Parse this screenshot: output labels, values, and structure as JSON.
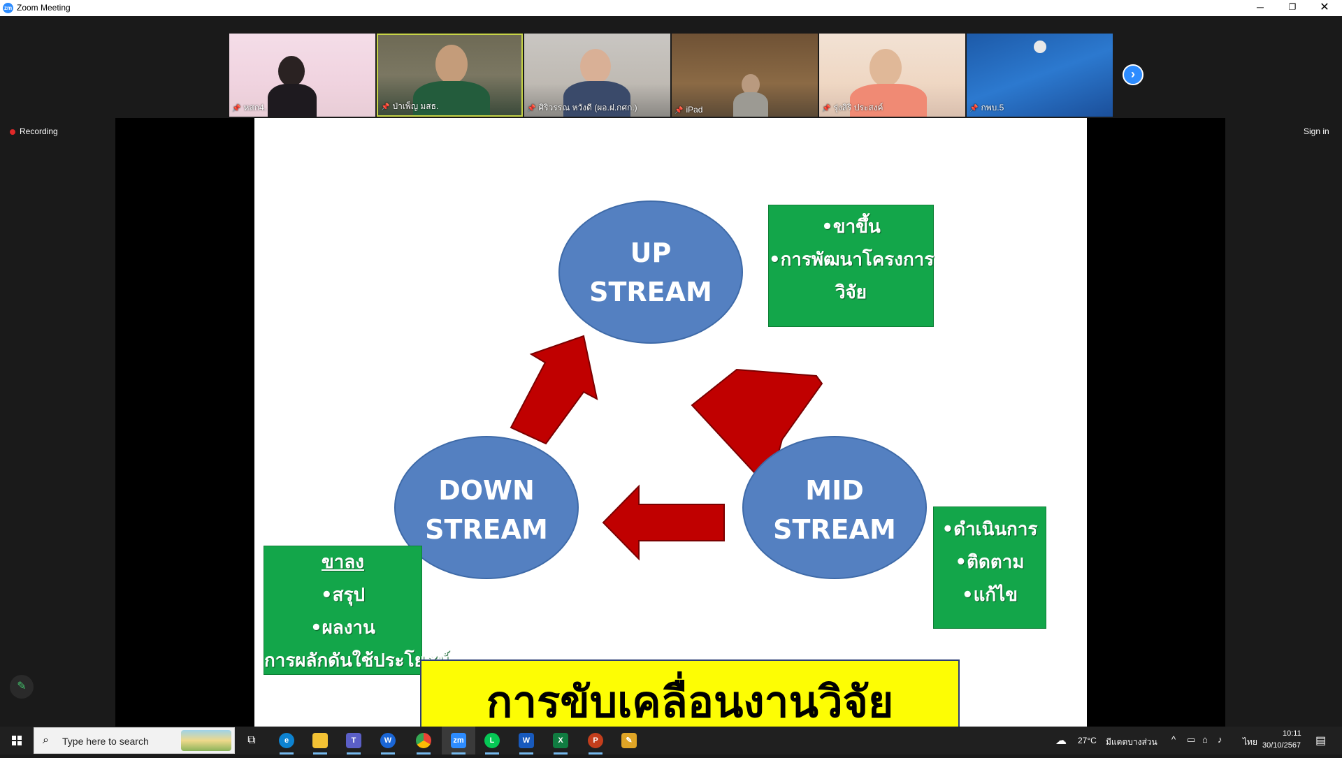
{
  "window": {
    "logo": "zm",
    "title": "Zoom Meeting",
    "minimize_glyph": "─",
    "restore_glyph": "❐",
    "close_glyph": "✕"
  },
  "meeting": {
    "recording_label": "Recording",
    "signin_label": "Sign in",
    "next_glyph": "›",
    "participants": [
      {
        "name": "หสก4."
      },
      {
        "name": "ป่าเพ็ญ มสธ."
      },
      {
        "name": "ศิริวรรณ หวังดี (ผอ.ฝ.กศก.)"
      },
      {
        "name": "iPad"
      },
      {
        "name": "รุ่งสิริ ประสงค์"
      },
      {
        "name": "กพบ.5"
      }
    ]
  },
  "slide": {
    "upstream": {
      "line1": "UP",
      "line2": "STREAM"
    },
    "midstream": {
      "line1": "MID",
      "line2": "STREAM"
    },
    "downstream": {
      "line1": "DOWN",
      "line2": "STREAM"
    },
    "up_box": [
      "•ขาขึ้น",
      "•การพัฒนาโครงการ",
      "วิจัย"
    ],
    "mid_box": [
      "•ดำเนินการ",
      "•ติดตาม",
      "•แก้ไข"
    ],
    "down_box": {
      "heading": "ขาลง",
      "items": [
        "•สรุป",
        "•ผลงาน",
        "การผลักดันใช้ประโยชน์"
      ]
    },
    "banner": "การขับเคลื่อนงานวิจัย"
  },
  "taskbar": {
    "search_placeholder": "Type here to search",
    "weather": "27°C",
    "weather_desc": "มีแดดบางส่วน",
    "language": "ไทย",
    "time": "10:11",
    "date": "30/10/2567"
  },
  "colors": {
    "ellipse_fill": "#5480c1",
    "green_box": "#13a64a",
    "banner_yellow": "#fdfd04",
    "arrow_red": "#c00000",
    "zoom_blue": "#2d8cff"
  }
}
